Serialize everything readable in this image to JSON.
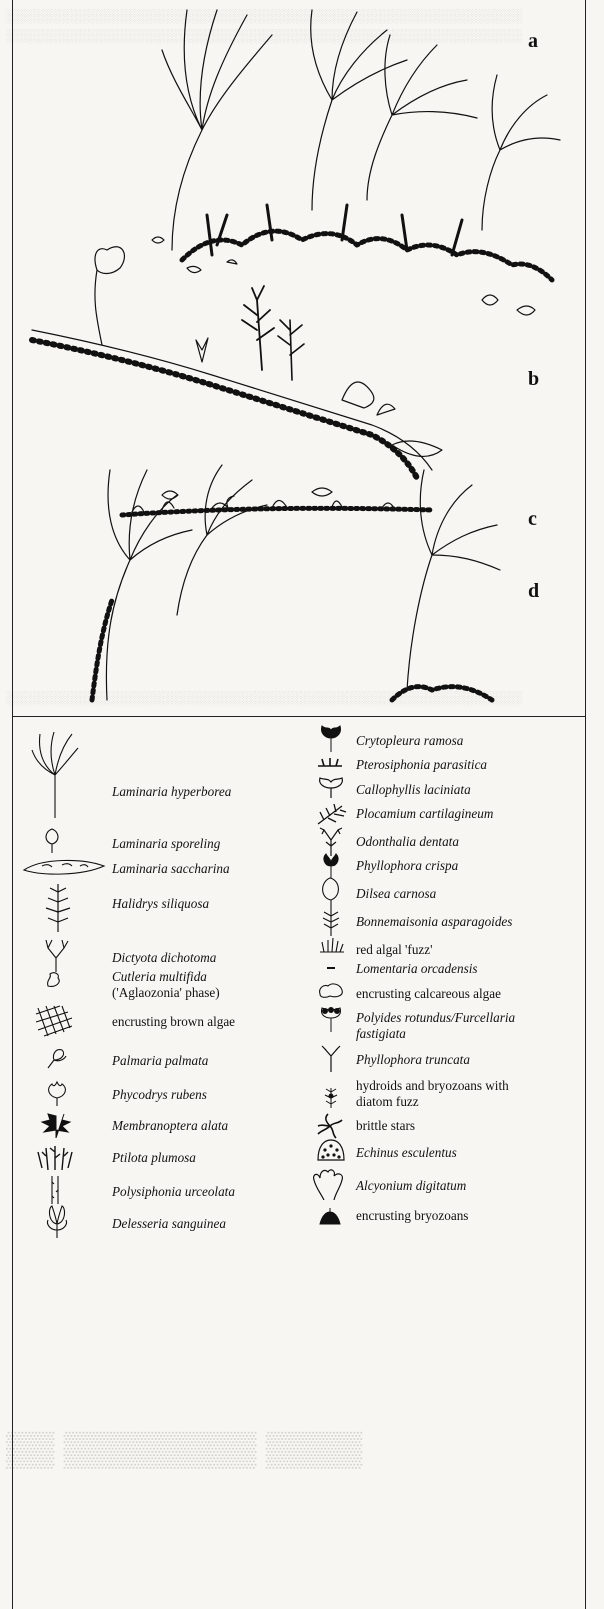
{
  "panels": [
    {
      "id": "a",
      "label": "a"
    },
    {
      "id": "b",
      "label": "b"
    },
    {
      "id": "c",
      "label": "c"
    },
    {
      "id": "d",
      "label": "d"
    }
  ],
  "legend": {
    "left": [
      {
        "label": "Laminaria hyperborea",
        "icon": "kelp-frond-icon",
        "italic": true
      },
      {
        "label": "Laminaria sporeling",
        "icon": "sporeling-leaf-icon",
        "italic": true
      },
      {
        "label": "Laminaria saccharina",
        "icon": "ribbon-blade-icon",
        "italic": true
      },
      {
        "label": "Halidrys siliquosa",
        "icon": "branching-weed-icon",
        "italic": true
      },
      {
        "label": "Dictyota dichotoma",
        "icon": "forked-branch-icon",
        "italic": true
      },
      {
        "label": "Cutleria multifida",
        "label2": "('Aglaozonia' phase)",
        "icon": "lobed-crust-icon",
        "italic": true
      },
      {
        "label": "encrusting brown algae",
        "icon": "crosshatch-patch-icon",
        "italic": false
      },
      {
        "label": "Palmaria palmata",
        "icon": "palm-blade-icon",
        "italic": true
      },
      {
        "label": "Phycodrys rubens",
        "icon": "oak-leaf-icon",
        "italic": true
      },
      {
        "label": "Membranoptera alata",
        "icon": "winged-blade-icon",
        "italic": true
      },
      {
        "label": "Ptilota plumosa",
        "icon": "feather-plume-icon",
        "italic": true
      },
      {
        "label": "Polysiphonia urceolata",
        "icon": "thin-filament-icon",
        "italic": true
      },
      {
        "label": "Delesseria sanguinea",
        "icon": "red-leaf-icon",
        "italic": true
      }
    ],
    "right": [
      {
        "label": "Crytopleura ramosa",
        "icon": "ruffled-frond-icon",
        "italic": true
      },
      {
        "label": "Pterosiphonia parasitica",
        "icon": "tiny-tuft-icon",
        "italic": true
      },
      {
        "label": "Callophyllis laciniata",
        "icon": "fan-blade-icon",
        "italic": true
      },
      {
        "label": "Plocamium cartilagineum",
        "icon": "comb-branch-icon",
        "italic": true
      },
      {
        "label": "Odonthalia dentata",
        "icon": "toothed-blade-icon",
        "italic": true
      },
      {
        "label": "Phyllophora crispa",
        "icon": "curly-blade-icon",
        "italic": true
      },
      {
        "label": "Dilsea carnosa",
        "icon": "fleshy-blade-icon",
        "italic": true
      },
      {
        "label": "Bonnemaisonia asparagoides",
        "icon": "feathery-stalk-icon",
        "italic": true
      },
      {
        "label": "red algal 'fuzz'",
        "icon": "fuzz-tuft-icon",
        "italic": false
      },
      {
        "label": "Lomentaria orcadensis",
        "icon": "short-dash-icon",
        "italic": true
      },
      {
        "label": "encrusting calcareous algae",
        "icon": "calcareous-crust-icon",
        "italic": false
      },
      {
        "label": "Polyides rotundus/Furcellaria",
        "label2": "fastigiata",
        "icon": "tufted-cylinder-icon",
        "italic": true
      },
      {
        "label": "Phyllophora truncata",
        "icon": "truncate-stalk-icon",
        "italic": true
      },
      {
        "label": "hydroids and bryozoans with",
        "label2": "diatom fuzz",
        "icon": "hydroid-cluster-icon",
        "italic": false
      },
      {
        "label": "brittle stars",
        "icon": "brittle-star-icon",
        "italic": false
      },
      {
        "label": "Echinus esculentus",
        "icon": "sea-urchin-icon",
        "italic": true
      },
      {
        "label": "Alcyonium digitatum",
        "icon": "dead-mans-fingers-icon",
        "italic": true
      },
      {
        "label": "encrusting bryozoans",
        "icon": "bryozoan-blob-icon",
        "italic": false
      }
    ]
  },
  "colors": {
    "ink": "#111111",
    "paper": "#f7f6f3",
    "ghost": "#d8d6d1"
  }
}
